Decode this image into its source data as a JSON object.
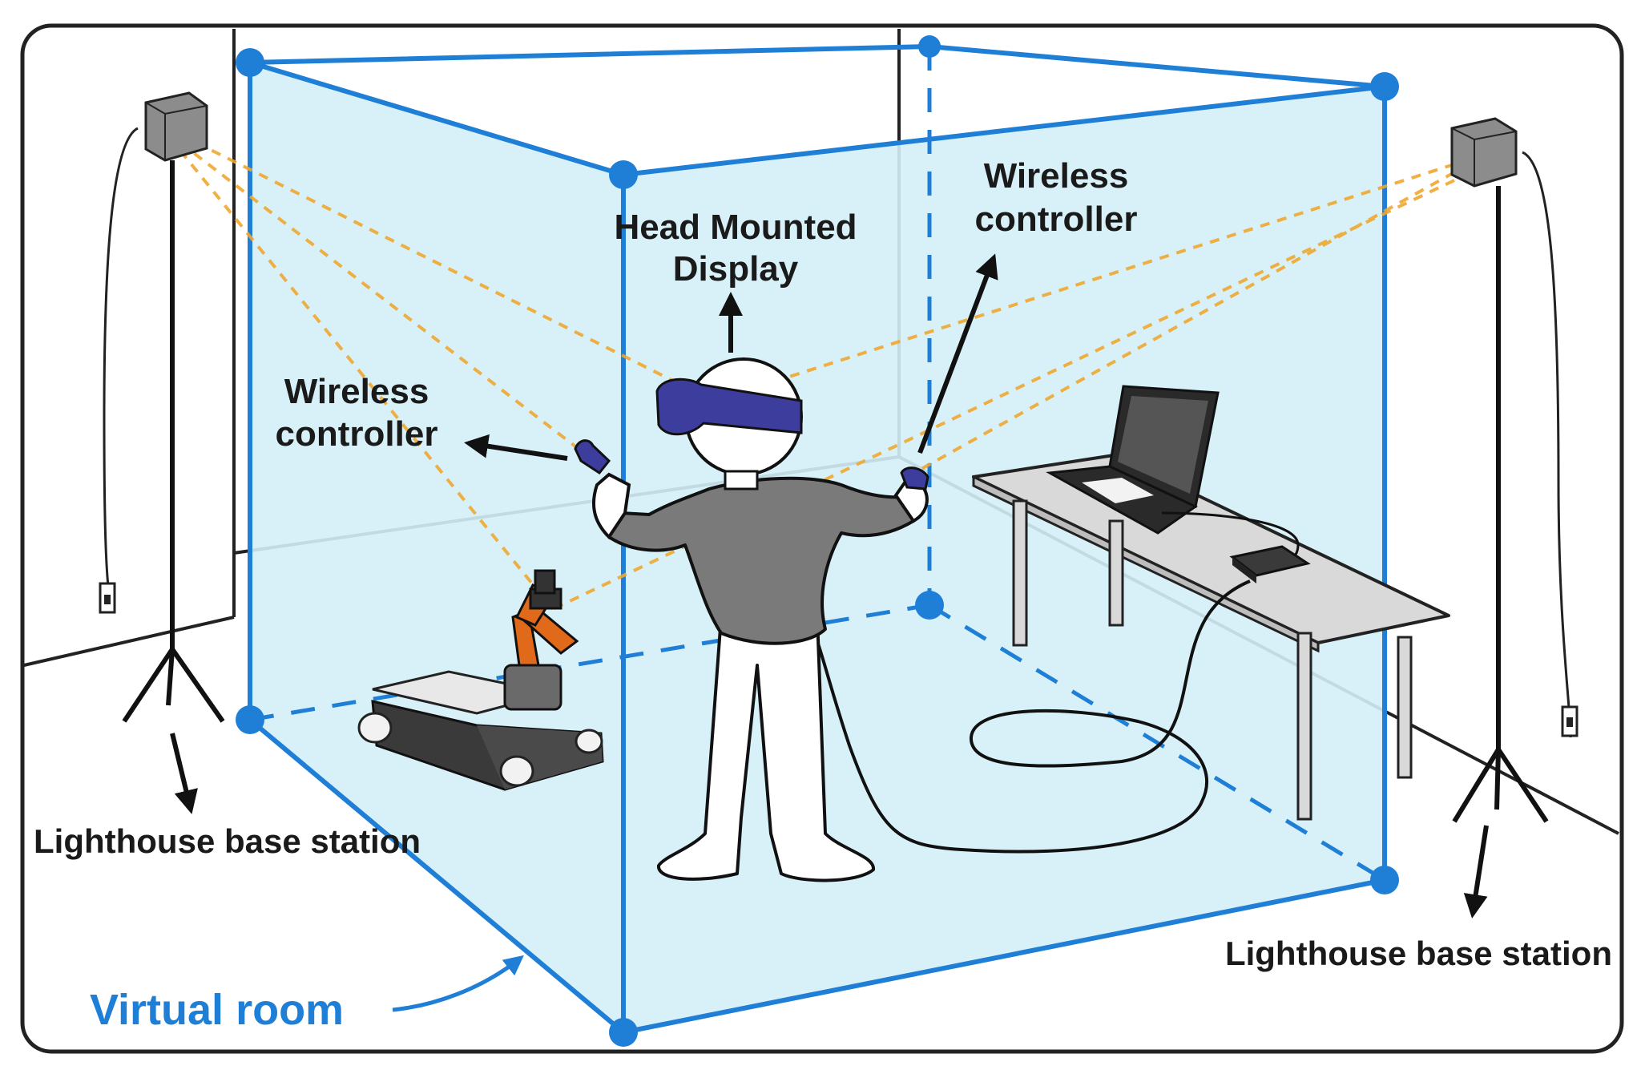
{
  "labels": {
    "hmd_line1": "Head Mounted",
    "hmd_line2": "Display",
    "controller_left_line1": "Wireless",
    "controller_left_line2": "controller",
    "controller_right_line1": "Wireless",
    "controller_right_line2": "controller",
    "base_station_left": "Lighthouse base station",
    "base_station_right": "Lighthouse base station",
    "virtual_room": "Virtual room"
  },
  "colors": {
    "room_fill": "#d4f0f7",
    "room_edge": "#1f7fd6",
    "virtual_room_text": "#1f7fd6",
    "beam": "#f0a830",
    "headset": "#3d3d9e",
    "shirt": "#7a7a7a",
    "robot_orange": "#e06a1a",
    "robot_base": "#3a3a3a",
    "table": "#d9d9d9",
    "base_station": "#8c8c8c"
  },
  "icons": {
    "base_station_left": "lighthouse-base-station-icon",
    "base_station_right": "lighthouse-base-station-icon",
    "person": "vr-user-icon",
    "robot": "mobile-robot-arm-icon",
    "laptop": "laptop-icon",
    "link_box": "link-box-icon"
  }
}
